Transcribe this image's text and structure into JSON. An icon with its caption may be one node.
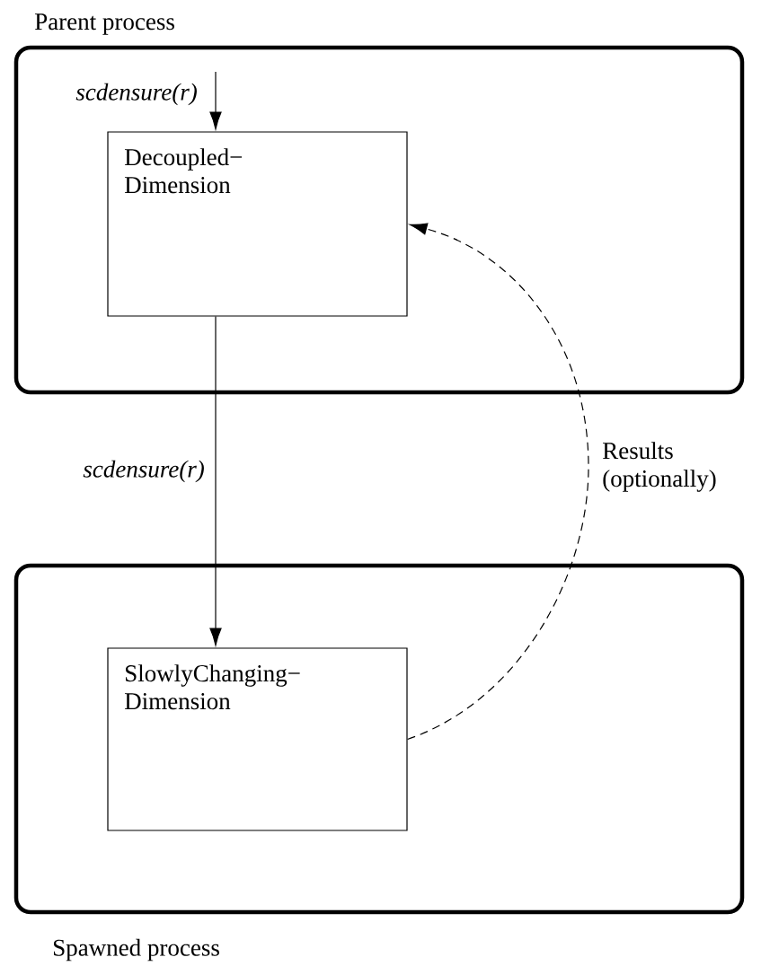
{
  "diagram": {
    "nodes": [
      {
        "text": [
          "Parent process"
        ]
      },
      {
        "text": [
          "Decoupled− Dimension"
        ],
        "in": 0
      },
      {
        "text": [
          "Spawned process"
        ]
      },
      {
        "text": [
          "SlowlyChanging− Dimension"
        ],
        "in": 2
      }
    ],
    "edges": [
      {
        "from": null,
        "to": 1,
        "arrow": "to",
        "label": "scdensure(r)"
      },
      {
        "from": 1,
        "to": 3,
        "arrow": "to",
        "label": "scdensure(r)"
      },
      {
        "from": 3,
        "to": 1,
        "arrow": "to",
        "label": "Results (optionally)",
        "style": "dashed"
      }
    ]
  }
}
